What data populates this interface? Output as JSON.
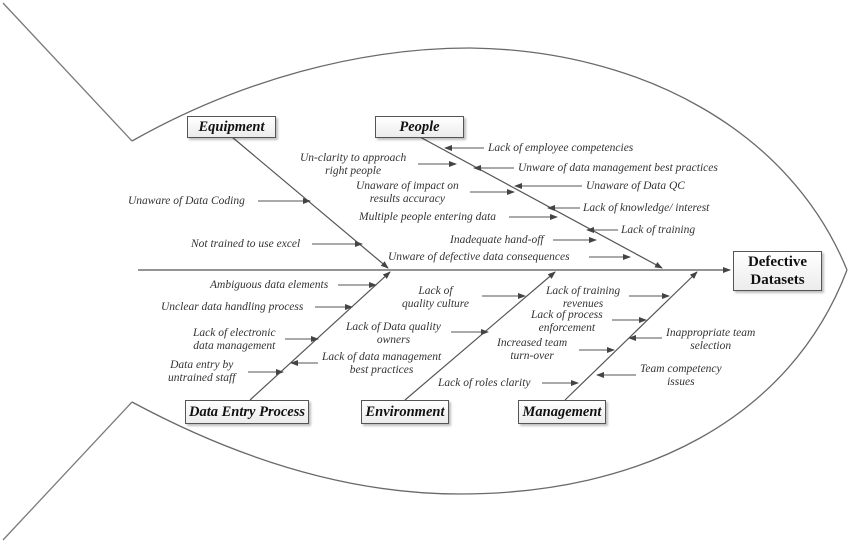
{
  "diagram": {
    "type": "fishbone",
    "effect": {
      "line1": "Defective",
      "line2": "Datasets"
    },
    "categories": [
      {
        "id": "equipment",
        "label": "Equipment",
        "causes": [
          {
            "lines": [
              "Unaware of Data Coding"
            ]
          },
          {
            "lines": [
              "Not trained to use excel"
            ]
          }
        ]
      },
      {
        "id": "people",
        "label": "People",
        "causes": [
          {
            "lines": [
              "Un-clarity to approach",
              "right people"
            ]
          },
          {
            "lines": [
              "Unaware of impact on",
              "results accuracy"
            ]
          },
          {
            "lines": [
              "Multiple people entering data"
            ]
          },
          {
            "lines": [
              "Inadequate hand-off"
            ]
          },
          {
            "lines": [
              "Unware of defective  data consequences"
            ]
          },
          {
            "lines": [
              "Lack of employee competencies"
            ]
          },
          {
            "lines": [
              "Unware of data management best practices"
            ]
          },
          {
            "lines": [
              "Unaware of Data QC"
            ]
          },
          {
            "lines": [
              "Lack of knowledge/ interest"
            ]
          },
          {
            "lines": [
              "Lack of training"
            ]
          }
        ]
      },
      {
        "id": "data-entry-process",
        "label": "Data Entry Process",
        "causes": [
          {
            "lines": [
              "Ambiguous data elements"
            ]
          },
          {
            "lines": [
              "Unclear data handling process"
            ]
          },
          {
            "lines": [
              "Lack of electronic",
              "data management"
            ]
          },
          {
            "lines": [
              "Data entry by",
              "untrained staff"
            ]
          },
          {
            "lines": [
              "Lack of data management",
              "best practices"
            ]
          }
        ]
      },
      {
        "id": "environment",
        "label": "Environment",
        "causes": [
          {
            "lines": [
              "Lack of",
              "quality culture"
            ]
          },
          {
            "lines": [
              "Lack of Data quality",
              "owners"
            ]
          }
        ]
      },
      {
        "id": "management",
        "label": "Management",
        "causes": [
          {
            "lines": [
              "Lack of training",
              "revenues"
            ]
          },
          {
            "lines": [
              "Lack of process",
              "enforcement"
            ]
          },
          {
            "lines": [
              "Increased team",
              "turn-over"
            ]
          },
          {
            "lines": [
              "Lack of roles clarity"
            ]
          },
          {
            "lines": [
              "Inappropriate team",
              "selection"
            ]
          },
          {
            "lines": [
              "Team competency",
              "issues"
            ]
          }
        ]
      }
    ]
  },
  "colors": {
    "line": "#555555",
    "outline": "#7a7a7a",
    "text": "#333333"
  }
}
